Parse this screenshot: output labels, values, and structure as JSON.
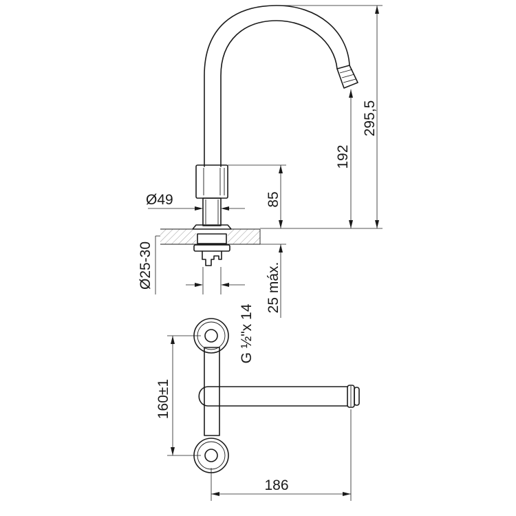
{
  "dimensions": {
    "total_height": "295,5",
    "spout_height": "192",
    "body_height": "85",
    "body_diameter": "Ø49",
    "hole_diameter": "Ø25-30",
    "max_thickness": "25 máx.",
    "thread": "G ½\"x 14",
    "center_distance": "160±1",
    "spout_reach": "186"
  },
  "colors": {
    "line": "#1a1a1a",
    "hatch": "#555555",
    "background": "#ffffff"
  }
}
